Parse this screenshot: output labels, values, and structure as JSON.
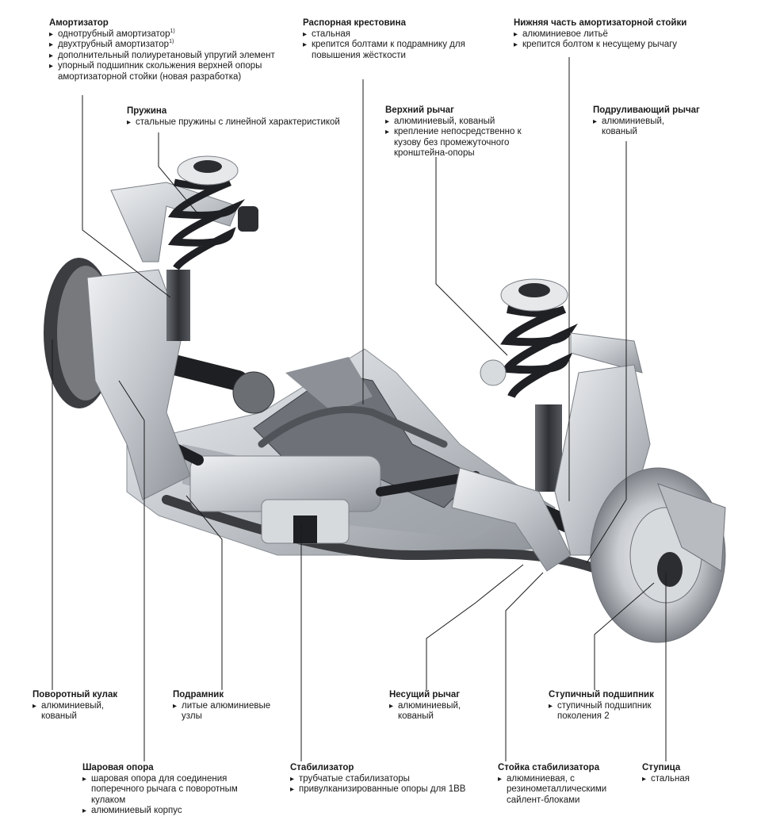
{
  "callouts": {
    "shock": {
      "title": "Амортизатор",
      "items": [
        "однотрубный амортизатор",
        "двухтрубный амортизатор",
        "дополнительный полиуретановый упругий элемент",
        "упорный подшипник скольжения верхней опоры амортизаторной стойки (новая разработка)"
      ],
      "footnote": "1)"
    },
    "cross": {
      "title": "Распорная крестовина",
      "items": [
        "стальная",
        "крепится болтами к подрамнику для повышения жёсткости"
      ]
    },
    "strut_lower": {
      "title": "Нижняя часть амортизаторной стойки",
      "items": [
        "алюминиевое литьё",
        "крепится болтом к несущему рычагу"
      ]
    },
    "spring": {
      "title": "Пружина",
      "items": [
        "стальные пружины с линейной характеристикой"
      ]
    },
    "upper_arm": {
      "title": "Верхний рычаг",
      "items": [
        "алюминиевый, кованый",
        "крепление непосредственно к кузову без промежуточного кронштейна-опоры"
      ]
    },
    "steer_arm": {
      "title": "Подруливающий рычаг",
      "items": [
        "алюминиевый, кованый"
      ]
    },
    "knuckle": {
      "title": "Поворотный кулак",
      "items": [
        "алюминиевый, кованый"
      ]
    },
    "subframe": {
      "title": "Подрамник",
      "items": [
        "литые алюминиевые узлы"
      ]
    },
    "lower_arm": {
      "title": "Несущий рычаг",
      "items": [
        "алюминиевый, кованый"
      ]
    },
    "bearing": {
      "title": "Ступичный подшипник",
      "items": [
        "ступичный подшипник поколения 2"
      ]
    },
    "balljoint": {
      "title": "Шаровая опора",
      "items": [
        "шаровая опора для соединения поперечного рычага с поворотным кулаком",
        "алюминиевый корпус"
      ]
    },
    "stabilizer": {
      "title": "Стабилизатор",
      "items": [
        "трубчатые стабилизаторы",
        "привулканизированные опоры для 1BB"
      ]
    },
    "stab_link": {
      "title": "Стойка стабилизатора",
      "items": [
        "алюминиевая, с резинометаллическими сайлент-блоками"
      ]
    },
    "hub": {
      "title": "Ступица",
      "items": [
        "стальная"
      ]
    }
  },
  "colors": {
    "text": "#1a1a1a",
    "leader": "#1a1a1a",
    "aluminium": "#c9cdd2",
    "steel": "#4a4d52",
    "dark": "#2a2c30",
    "rubber": "#1e1f22"
  }
}
